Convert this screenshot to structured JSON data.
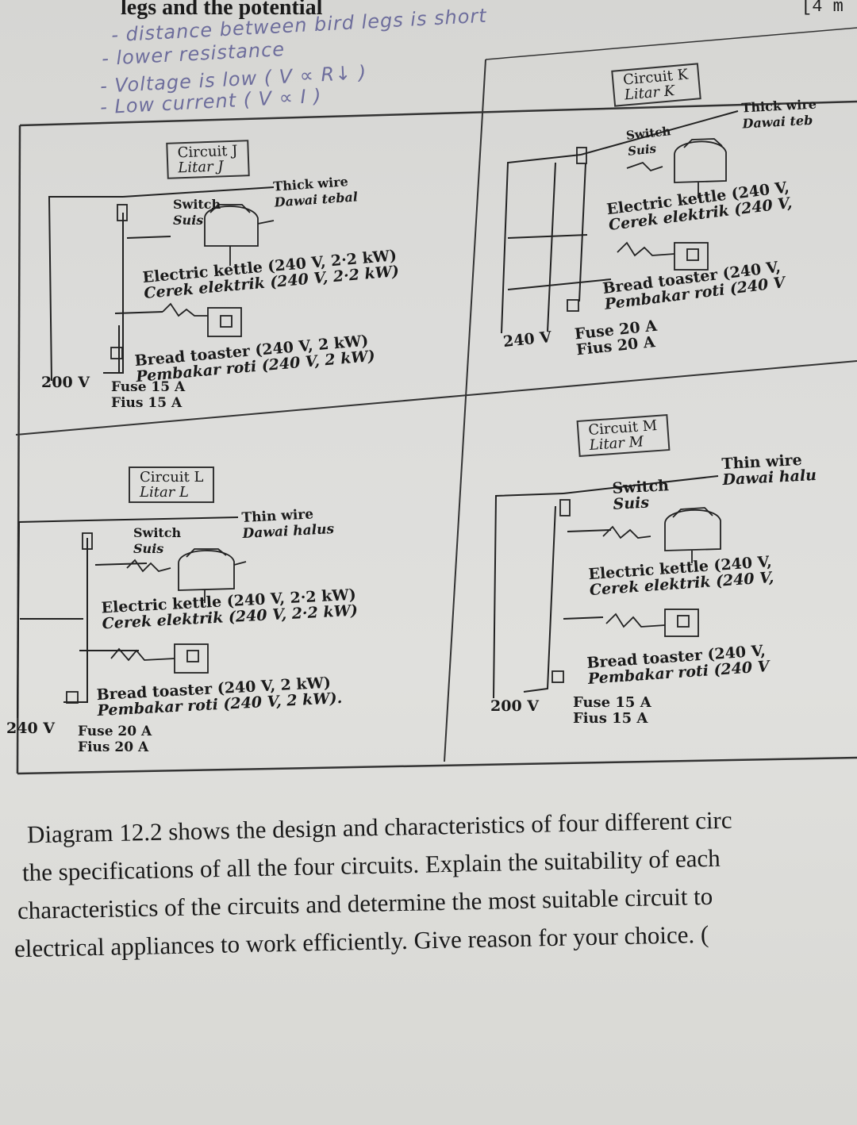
{
  "header": {
    "text": "legs and the potential",
    "marks": "[4 m"
  },
  "handwritten_notes": [
    "- distance between bird legs is short",
    "- lower resistance",
    "- Voltage is low ( V ∝ R↓ )",
    "- Low current ( V ∝ I )"
  ],
  "circuits": {
    "J": {
      "title": "Circuit J",
      "title_ms": "Litar J",
      "wire": "Thick wire",
      "wire_ms": "Dawai tebal",
      "switch": "Switch",
      "switch_ms": "Suis",
      "kettle": "Electric kettle (240 V, 2·2 kW)",
      "kettle_ms": "Cerek elektrik (240 V, 2·2 kW)",
      "toaster": "Bread toaster (240 V, 2 kW)",
      "toaster_ms": "Pembakar roti (240 V, 2 kW)",
      "voltage": "200 V",
      "fuse": "Fuse 15 A",
      "fuse_ms": "Fius 15 A"
    },
    "K": {
      "title": "Circuit K",
      "title_ms": "Litar K",
      "wire": "Thick wire",
      "wire_ms": "Dawai teb",
      "switch": "Switch",
      "switch_ms": "Suis",
      "kettle": "Electric kettle (240 V, ",
      "kettle_ms": "Cerek elektrik (240 V, ",
      "toaster": "Bread toaster (240 V, ",
      "toaster_ms": "Pembakar roti (240 V",
      "voltage": "240 V",
      "fuse": "Fuse 20 A",
      "fuse_ms": "Fius 20 A"
    },
    "L": {
      "title": "Circuit L",
      "title_ms": "Litar L",
      "wire": "Thin wire",
      "wire_ms": "Dawai halus",
      "switch": "Switch",
      "switch_ms": "Suis",
      "kettle": "Electric kettle (240 V, 2·2 kW)",
      "kettle_ms": "Cerek elektrik (240 V, 2·2 kW)",
      "toaster": "Bread toaster (240 V, 2 kW)",
      "toaster_ms": "Pembakar roti (240 V, 2 kW).",
      "voltage": "240 V",
      "fuse": "Fuse 20 A",
      "fuse_ms": "Fius 20 A"
    },
    "M": {
      "title": "Circuit M",
      "title_ms": "Litar M",
      "wire": "Thin wire",
      "wire_ms": "Dawai halu",
      "switch": "Switch",
      "switch_ms": "Suis",
      "kettle": "Electric kettle (240 V, ",
      "kettle_ms": "Cerek elektrik (240 V,",
      "toaster": "Bread toaster (240 V, ",
      "toaster_ms": "Pembakar roti (240 V",
      "voltage": "200 V",
      "fuse": "Fuse 15 A",
      "fuse_ms": "Fius 15 A"
    }
  },
  "question": [
    "Diagram 12.2 shows the design and characteristics of four different circ",
    "the specifications of all the four circuits. Explain the suitability of each",
    "characteristics of the circuits and determine the most suitable circuit to",
    "electrical appliances to work efficiently. Give reason for your choice. ("
  ]
}
